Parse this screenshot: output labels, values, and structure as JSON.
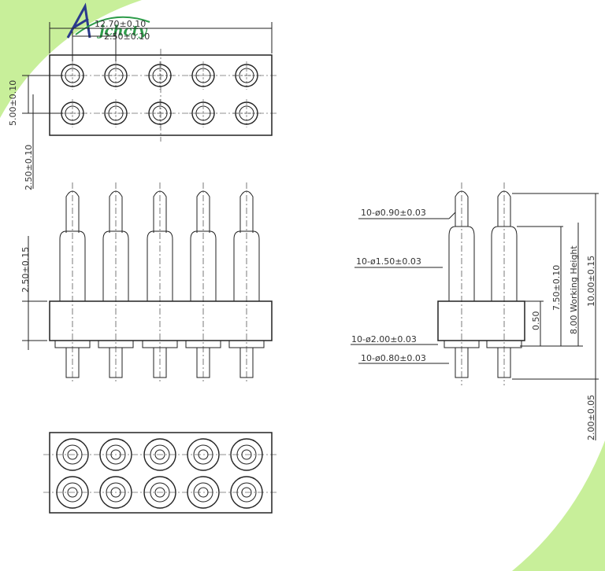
{
  "logo": {
    "text": "jchcty"
  },
  "colors": {
    "accent": "#c8ef9a",
    "line": "#222222",
    "logo": "#2e9c4a",
    "logo_mark": "#2a3a8c"
  },
  "top_view": {
    "width_dim": "12.70±0.10",
    "pitch_dim": "2.50±0.10",
    "row_height_dim": "5.00±0.10",
    "edge_dim": "2.50±0.10",
    "columns": 5,
    "rows": 2
  },
  "front_view": {
    "height_dim": "2.50±0.15",
    "pins": 5
  },
  "side_view": {
    "tip_dia": "10-ø0.90±0.03",
    "barrel_dia": "10-ø1.50±0.03",
    "flange_dia": "10-ø2.00±0.03",
    "tail_dia": "10-ø0.80±0.03",
    "flange_thk": "0.50",
    "barrel_len": "7.50±0.10",
    "working_height": "8.00 Working Height",
    "total_height": "10.00±0.15",
    "tail_len": "2.00±0.05"
  },
  "bottom_view": {
    "columns": 5,
    "rows": 2
  }
}
